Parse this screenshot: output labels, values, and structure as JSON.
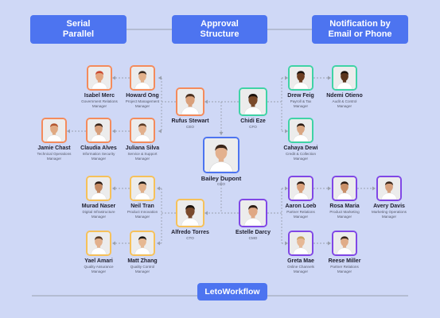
{
  "header": {
    "button1": [
      "Serial",
      "Parallel"
    ],
    "button2": [
      "Approval",
      "Structure"
    ],
    "button3": [
      "Notification by",
      "Email or Phone"
    ]
  },
  "footer": {
    "brand": "LetoWorkflow"
  },
  "colors": {
    "blue": "#4d74f0",
    "orange": "#f48b5c",
    "green": "#3fd3a6",
    "yellow": "#f6c15a",
    "purple": "#8047e6",
    "ceo": "#4d74f0"
  },
  "people": {
    "isabel": {
      "name": "Isabel Merc",
      "role": [
        "Government Relations",
        "Manager"
      ],
      "color": "orange",
      "skin": "#e4a67e",
      "hair": "#c94a2f"
    },
    "howard": {
      "name": "Howard Ong",
      "role": [
        "Project Management",
        "Manager"
      ],
      "color": "orange",
      "skin": "#e2b08a",
      "hair": "#3a2a20"
    },
    "rufus": {
      "name": "Rufus Stewart",
      "role": [
        "CEO"
      ],
      "color": "orange",
      "skin": "#d9a07a",
      "hair": "#4a3020"
    },
    "chidi": {
      "name": "Chidi Eze",
      "role": [
        "CFO"
      ],
      "color": "green",
      "skin": "#7a4a2a",
      "hair": "#1b120c"
    },
    "drew": {
      "name": "Drew Feig",
      "role": [
        "Payroll & Tax",
        "Manager"
      ],
      "color": "green",
      "skin": "#6d3f22",
      "hair": "#1b120c"
    },
    "ndemi": {
      "name": "Ndemi Otieno",
      "role": [
        "Audit & Control",
        "Manager"
      ],
      "color": "green",
      "skin": "#5a351d",
      "hair": "#1b120c"
    },
    "jamie": {
      "name": "Jamie Chast",
      "role": [
        "Technical Operations",
        "Manager"
      ],
      "color": "orange",
      "skin": "#e0a982",
      "hair": "#b3562e"
    },
    "claudia": {
      "name": "Claudia Alves",
      "role": [
        "Information Security",
        "Manager"
      ],
      "color": "orange",
      "skin": "#d8a07c",
      "hair": "#3b2418"
    },
    "juliana": {
      "name": "Juliana Silva",
      "role": [
        "Service & Support",
        "Manager"
      ],
      "color": "orange",
      "skin": "#e2b08c",
      "hair": "#5a3a24"
    },
    "cahaya": {
      "name": "Cahaya Dewi",
      "role": [
        "Credit & Collection",
        "Manager"
      ],
      "color": "green",
      "skin": "#d9a682",
      "hair": "#2a1a12"
    },
    "bailey": {
      "name": "Bailey Dupont",
      "role": [
        "CEO"
      ],
      "color": "ceo",
      "skin": "#e3b18e",
      "hair": "#3a261a"
    },
    "murad": {
      "name": "Murad Naser",
      "role": [
        "Digital Infrastructure",
        "Manager"
      ],
      "color": "yellow",
      "skin": "#c48a63",
      "hair": "#2a1a12"
    },
    "neil": {
      "name": "Neil Tran",
      "role": [
        "Product Innovation",
        "Manager"
      ],
      "color": "yellow",
      "skin": "#e0b08a",
      "hair": "#1e1a16"
    },
    "alfredo": {
      "name": "Alfredo Torres",
      "role": [
        "CTO"
      ],
      "color": "yellow",
      "skin": "#7a4a2c",
      "hair": "#1b120c"
    },
    "estelle": {
      "name": "Estelle Darcy",
      "role": [
        "CMO"
      ],
      "color": "purple",
      "skin": "#e0a884",
      "hair": "#2e1e14"
    },
    "aaron": {
      "name": "Aaron Loeb",
      "role": [
        "Partner Relations",
        "Manager"
      ],
      "color": "purple",
      "skin": "#d9a07a",
      "hair": "#2a1a12"
    },
    "rosa": {
      "name": "Rosa Maria",
      "role": [
        "Product Marketing",
        "Manager"
      ],
      "color": "purple",
      "skin": "#c98f68",
      "hair": "#2a1a12"
    },
    "avery": {
      "name": "Avery Davis",
      "role": [
        "Marketing Operations",
        "Manager"
      ],
      "color": "purple",
      "skin": "#d6a07c",
      "hair": "#3a261a"
    },
    "yael": {
      "name": "Yael Amari",
      "role": [
        "Quality Assurance",
        "Manager"
      ],
      "color": "yellow",
      "skin": "#e2b08c",
      "hair": "#5a3a24"
    },
    "matt": {
      "name": "Matt Zhang",
      "role": [
        "Quality Control",
        "Manager"
      ],
      "color": "yellow",
      "skin": "#e6b892",
      "hair": "#1e1a16"
    },
    "greta": {
      "name": "Greta Mae",
      "role": [
        "Online Channels",
        "Manager"
      ],
      "color": "purple",
      "skin": "#e6b895",
      "hair": "#c9a060"
    },
    "reese": {
      "name": "Reese Miller",
      "role": [
        "Partner Relations",
        "Manager"
      ],
      "color": "purple",
      "skin": "#e0ac88",
      "hair": "#3a261a"
    }
  }
}
